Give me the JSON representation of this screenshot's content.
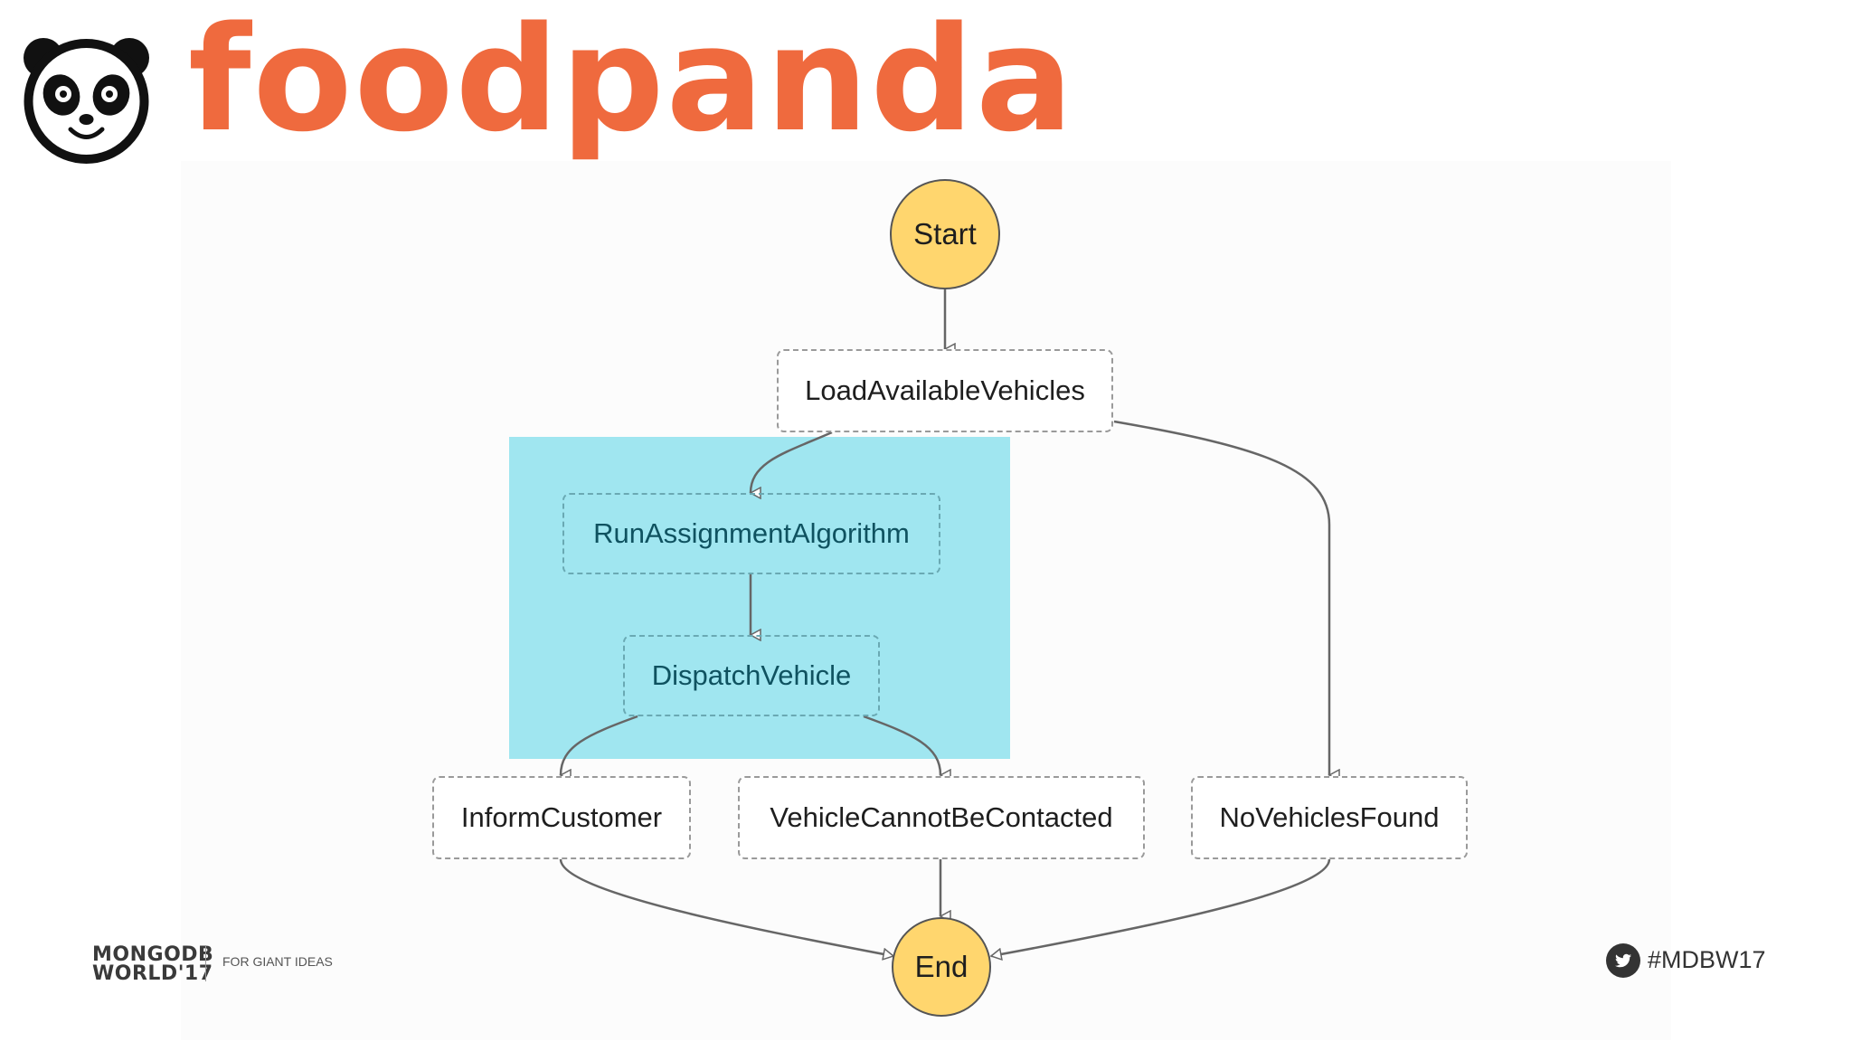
{
  "header": {
    "brand": "foodpanda",
    "logo_icon": "panda-face-icon",
    "brand_color": "#EF6A3E"
  },
  "diagram": {
    "nodes": {
      "start": "Start",
      "load": "LoadAvailableVehicles",
      "run": "RunAssignmentAlgorithm",
      "dispatch": "DispatchVehicle",
      "inform": "InformCustomer",
      "cannot": "VehicleCannotBeContacted",
      "novehicles": "NoVehiclesFound",
      "end": "End"
    },
    "edges": [
      [
        "start",
        "load"
      ],
      [
        "load",
        "run"
      ],
      [
        "load",
        "novehicles"
      ],
      [
        "run",
        "dispatch"
      ],
      [
        "dispatch",
        "inform"
      ],
      [
        "dispatch",
        "cannot"
      ],
      [
        "inform",
        "end"
      ],
      [
        "cannot",
        "end"
      ],
      [
        "novehicles",
        "end"
      ]
    ],
    "highlight_color": "#A0E6F0",
    "terminal_color": "#FFD66E"
  },
  "footer": {
    "event_logo_line1": "MONGODB",
    "event_logo_line2": "WORLD'17",
    "tagline": "FOR GIANT IDEAS",
    "twitter_icon": "twitter-bird-icon",
    "hashtag": "#MDBW17"
  }
}
